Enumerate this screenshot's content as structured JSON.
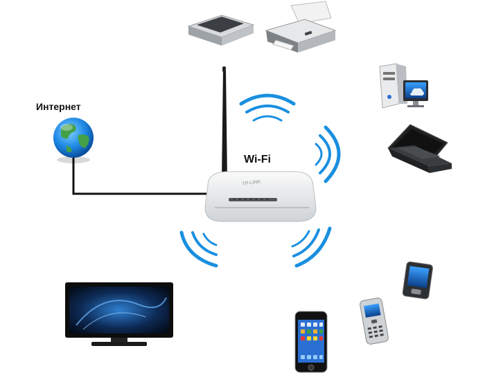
{
  "labels": {
    "internet": "Интернет",
    "wifi": "Wi-Fi",
    "router_brand": "TP-LINK"
  },
  "icons": {
    "globe": "globe-icon",
    "router": "wifi-router-icon",
    "scanner": "scanner-icon",
    "printer": "printer-icon",
    "desktop": "desktop-computer-icon",
    "laptop": "laptop-icon",
    "pda": "pda-phone-icon",
    "feature_phone": "mobile-phone-icon",
    "smartphone": "smartphone-icon",
    "tv": "flat-tv-icon"
  },
  "colors": {
    "wave": "#1a8fe0",
    "cable": "#111111",
    "globe_ocean": "#1e88e5",
    "globe_land": "#43a047"
  }
}
